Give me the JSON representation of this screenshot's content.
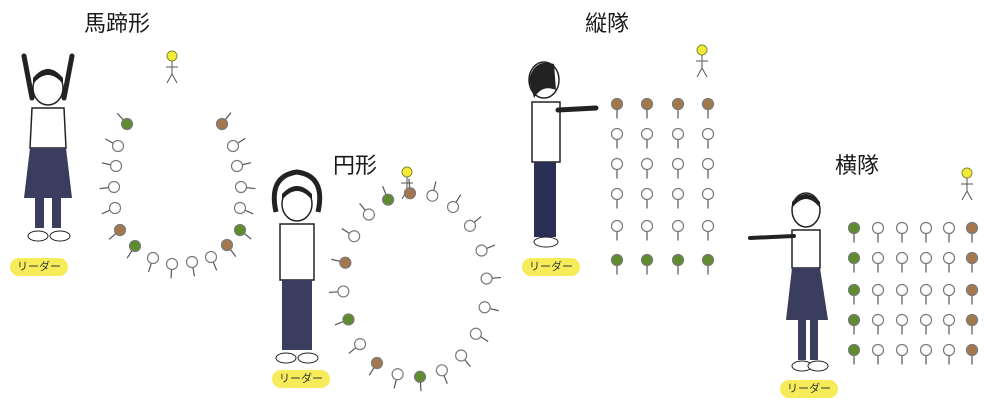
{
  "titles": {
    "horseshoe": "馬蹄形",
    "circle": "円形",
    "column": "縦隊",
    "row": "横隊"
  },
  "leader_label": "リーダー",
  "colors": {
    "green": "#5f8c2e",
    "brown": "#a5774c",
    "outline": "#7a7a7a",
    "leader_head": "#f4ea38",
    "badge": "#f6ec5a",
    "skirt": "#3b3d5e"
  },
  "figures": [
    "arms-raised-overhead-figure",
    "arms-forming-circle-figure",
    "arms-forward-figure",
    "arm-pointing-side-figure"
  ]
}
